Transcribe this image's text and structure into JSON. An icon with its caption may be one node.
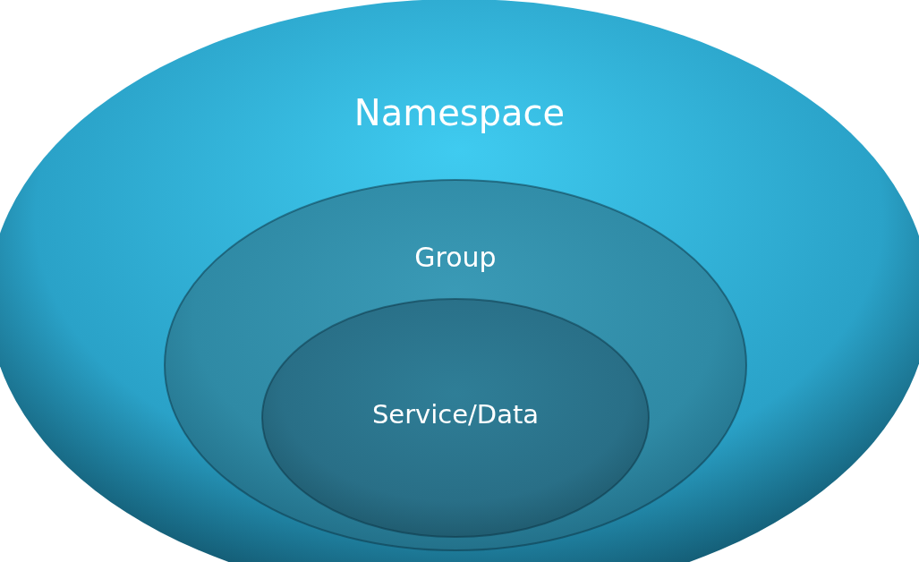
{
  "diagram": {
    "nodes": [
      {
        "text": [
          "Namespace"
        ]
      },
      {
        "text": [
          "Group"
        ],
        "in": 0
      },
      {
        "text": [
          "Service/Data"
        ],
        "in": 1
      }
    ]
  }
}
